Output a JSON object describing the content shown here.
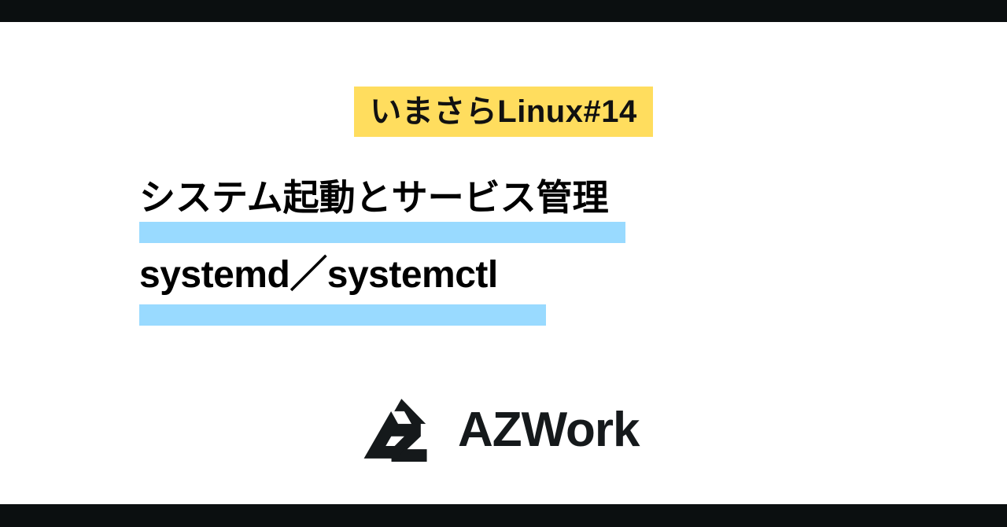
{
  "slide": {
    "background_color": "#ffffff",
    "band_color": "#0b0f10"
  },
  "badge": {
    "label": "いまさらLinux#14",
    "background_color": "#ffdd5e",
    "text_color": "#111111"
  },
  "headline": {
    "line1": "システム起動とサービス管理",
    "line2": "systemd／systemctl",
    "underline_color": "#99daff"
  },
  "logo": {
    "mark_name": "azwork-triangle-z-mark",
    "wordmark": "AZWork",
    "color": "#15191b"
  }
}
